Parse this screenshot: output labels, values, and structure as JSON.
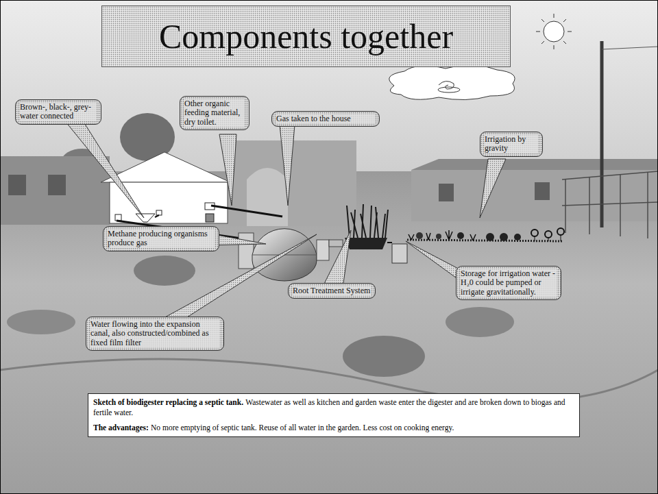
{
  "diagram": {
    "title": "Components together",
    "nodes": [
      {
        "text": [
          "Brown-, black-, grey-water connected"
        ]
      },
      {
        "text": [
          "Other organic feeding material, dry toilet."
        ]
      },
      {
        "text": [
          "Gas taken to the house"
        ]
      },
      {
        "text": [
          "Irrigation by gravity"
        ]
      },
      {
        "text": [
          "Methane producing organisms produce gas"
        ]
      },
      {
        "text": [
          "Root Treatment System"
        ]
      },
      {
        "text": [
          "Storage for irrigation water - H₂0 could be pumped or irrigate gravitationally."
        ]
      },
      {
        "text": [
          "Water flowing into the expansion canal, also constructed/combined as fixed film filter"
        ]
      },
      {
        "text": [
          "Sketch of biodigester replacing a septic tank.",
          "Wastewater as well as kitchen and garden waste enter the digester and are broken down to biogas and fertile water.",
          "The advantages:",
          "No more emptying of septic tank. Reuse of all water in the garden. Less cost on cooking energy."
        ]
      }
    ]
  }
}
